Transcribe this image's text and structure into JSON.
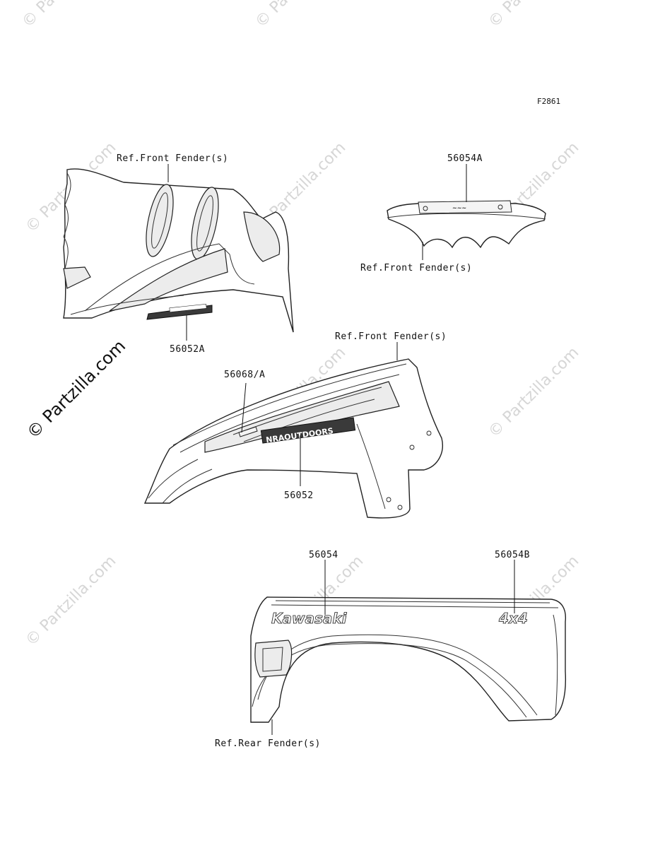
{
  "figure_code": "F2861",
  "labels": {
    "ref_front_fender_1": "Ref.Front Fender(s)",
    "ref_front_fender_2": "Ref.Front Fender(s)",
    "ref_front_fender_3": "Ref.Front Fender(s)",
    "ref_rear_fender": "Ref.Rear Fender(s)",
    "part_56054A": "56054A",
    "part_56052A": "56052A",
    "part_56068A": "56068/A",
    "part_56052": "56052",
    "part_56054": "56054",
    "part_56054B": "56054B"
  },
  "decals": {
    "nra": "NRAOUTDOORS",
    "kawasaki": "Kawasaki",
    "four_by_four": "4x4"
  },
  "watermark": {
    "text": "© Partzilla.com"
  }
}
